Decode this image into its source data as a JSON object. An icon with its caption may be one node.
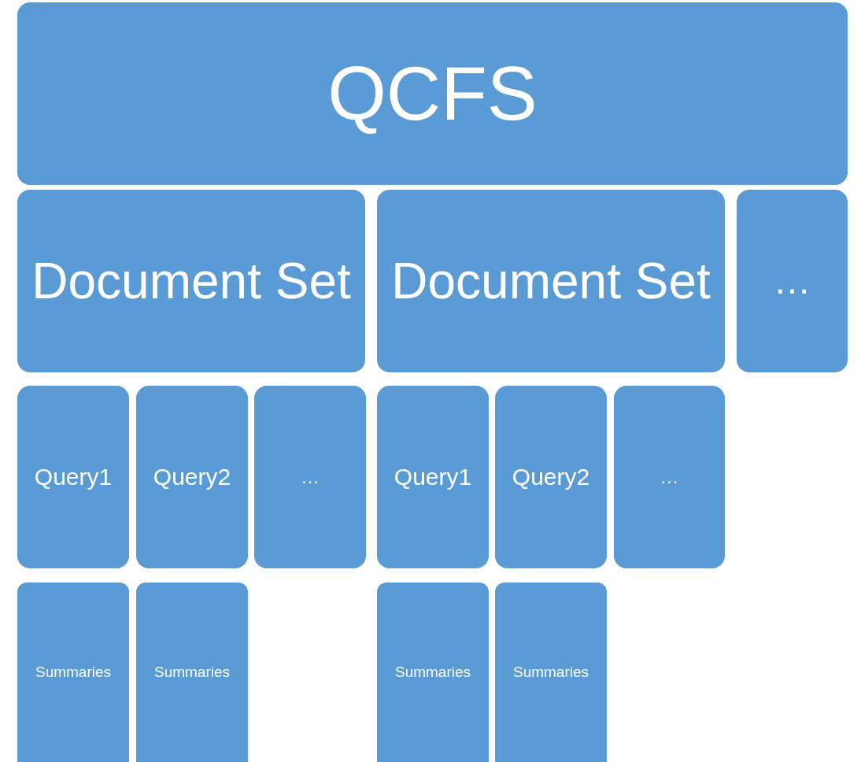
{
  "diagram": {
    "nodes": [
      {
        "text": [
          "QCFS"
        ]
      },
      {
        "text": [
          "Document Set"
        ]
      },
      {
        "text": [
          "Document Set"
        ]
      },
      {
        "text": [
          "…"
        ]
      },
      {
        "text": [
          "Query1"
        ]
      },
      {
        "text": [
          "Query2"
        ]
      },
      {
        "text": [
          "…"
        ]
      },
      {
        "text": [
          "Query1"
        ]
      },
      {
        "text": [
          "Query2"
        ]
      },
      {
        "text": [
          "…"
        ]
      },
      {
        "text": [
          "Summaries"
        ]
      },
      {
        "text": [
          "Summaries"
        ]
      },
      {
        "text": [
          "Summaries"
        ]
      },
      {
        "text": [
          "Summaries"
        ]
      }
    ]
  }
}
